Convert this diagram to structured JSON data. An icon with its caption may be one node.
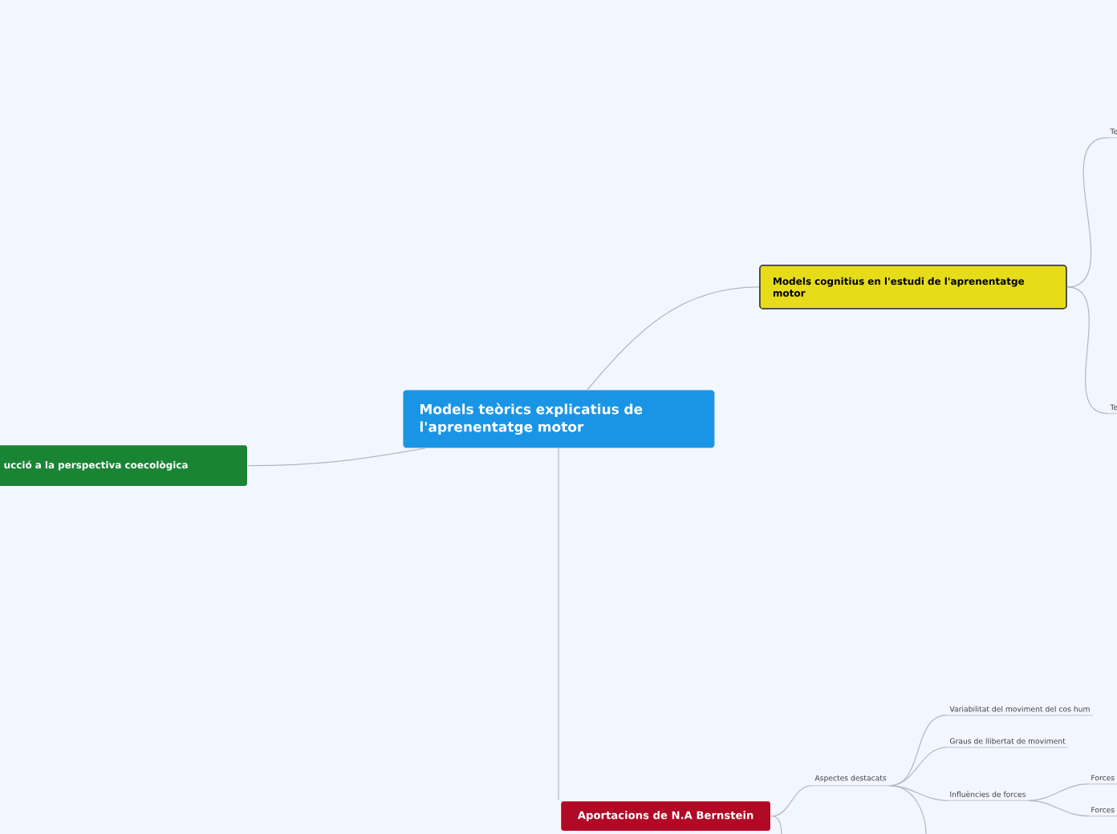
{
  "diagram": {
    "nodes": [
      {
        "text": [
          "Models teòrics explicatius de l'aprenentatge motor"
        ]
      },
      {
        "text": [
          "Models cognitius en l'estudi de l'aprenentatge motor"
        ]
      },
      {
        "text": [
          "Te"
        ]
      },
      {
        "text": [
          "Te"
        ]
      },
      {
        "text": [
          "ucció a la perspectiva coecològica"
        ]
      },
      {
        "text": [
          "Aportacions de N.A Bernstein"
        ]
      },
      {
        "text": [
          "Aspectes destacats"
        ]
      },
      {
        "text": [
          "Variabilitat del moviment del cos hum"
        ]
      },
      {
        "text": [
          "Graus de llibertat de moviment"
        ]
      },
      {
        "text": [
          "Influències de forces"
        ]
      },
      {
        "text": [
          "Forces"
        ]
      },
      {
        "text": [
          "Forces"
        ]
      }
    ],
    "edges": [
      {
        "from": 0,
        "to": 1,
        "arrow": "none"
      },
      {
        "from": 1,
        "to": 2,
        "arrow": "none"
      },
      {
        "from": 1,
        "to": 3,
        "arrow": "none"
      },
      {
        "from": 0,
        "to": 4,
        "arrow": "none"
      },
      {
        "from": 0,
        "to": 5,
        "arrow": "none"
      },
      {
        "from": 5,
        "to": 6,
        "arrow": "none"
      },
      {
        "from": 6,
        "to": 7,
        "arrow": "none"
      },
      {
        "from": 6,
        "to": 8,
        "arrow": "none"
      },
      {
        "from": 6,
        "to": 9,
        "arrow": "none"
      },
      {
        "from": 9,
        "to": 10,
        "arrow": "none"
      },
      {
        "from": 9,
        "to": 11,
        "arrow": "none"
      },
      {
        "from": 5,
        "to": null,
        "arrow": "none"
      },
      {
        "from": 6,
        "to": null,
        "arrow": "none"
      }
    ]
  }
}
